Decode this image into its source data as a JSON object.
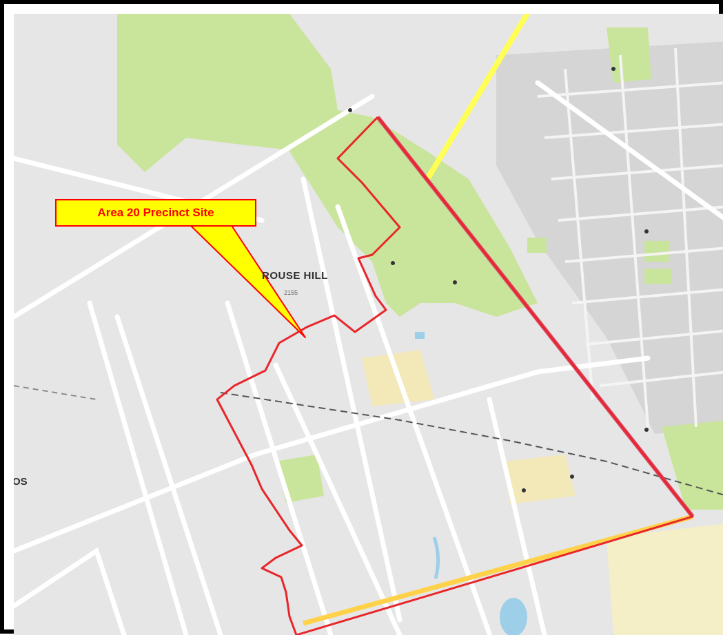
{
  "map": {
    "callout": {
      "label": "Area 20 Precinct Site"
    },
    "places": {
      "suburb": "ROUSE HILL",
      "postcode": "2155",
      "edge_text": "OS"
    },
    "colors": {
      "land": "#e6e6e6",
      "parkland": "#c9e49b",
      "reserve": "#f2e8b8",
      "urban": "#d7d7d7",
      "road": "#ffffff",
      "main_road": "#ffff55",
      "boundary": "#e8262a",
      "highway": "#d94a6a",
      "water": "#9ecfe8",
      "callout_fill": "#ffff00",
      "callout_text": "#ff0000"
    }
  }
}
